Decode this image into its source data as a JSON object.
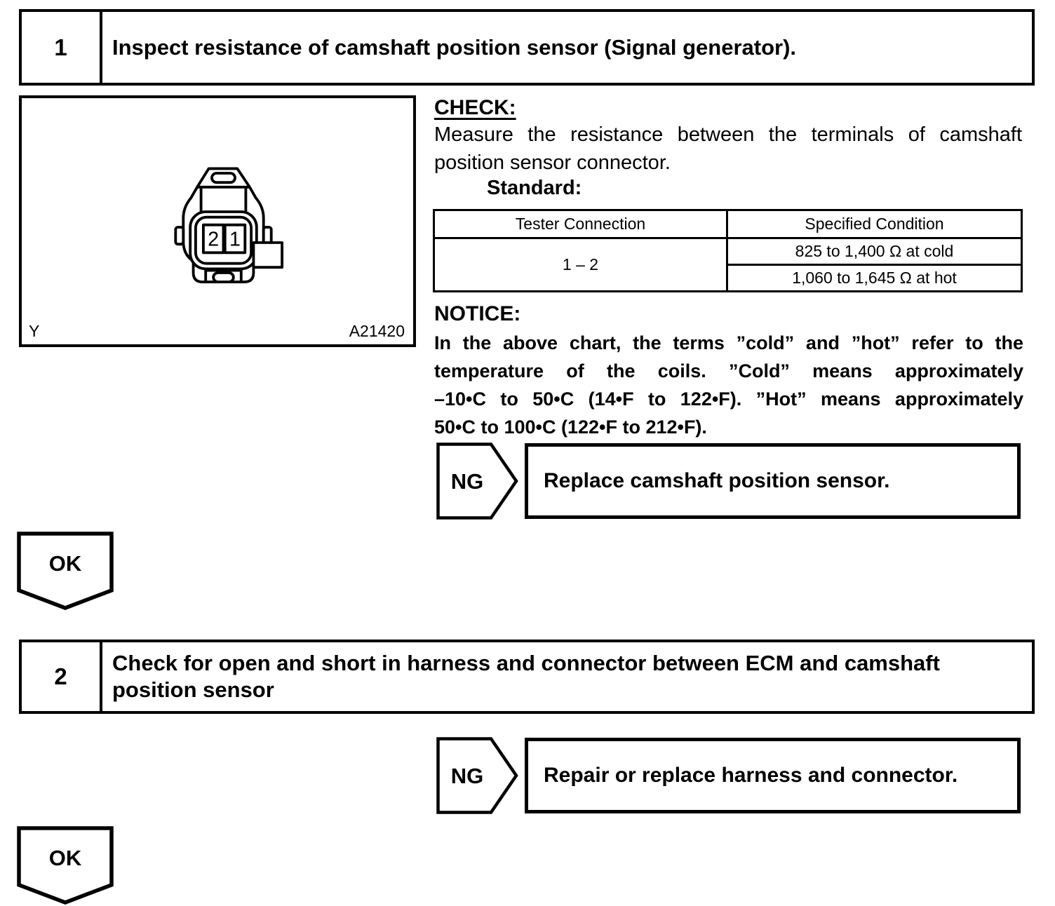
{
  "page": {
    "background": "#ffffff",
    "ink": "#000000"
  },
  "step1": {
    "number": "1",
    "title": "Inspect resistance of camshaft position sensor (Signal generator).",
    "figure": {
      "corner_label": "Y",
      "figure_code": "A21420",
      "pin_left": "2",
      "pin_right": "1"
    },
    "check": {
      "heading": "CHECK:",
      "lines": [
        "Measure the resistance between the terminals of camshaft",
        "position sensor connector."
      ],
      "standard_label": "Standard:"
    },
    "table": {
      "col_headers": [
        "Tester Connection",
        "Specified Condition"
      ],
      "tester_connection": "1 – 2",
      "specified_conditions": [
        "825 to 1,400 Ω at cold",
        "1,060 to 1,645 Ω at hot"
      ]
    },
    "notice": {
      "heading": "NOTICE:",
      "lines": [
        "In the above chart, the terms ”cold” and ”hot” refer to the",
        "temperature of the coils. ”Cold” means approximately",
        "–10•C to 50•C (14•F to 122•F). ”Hot” means approximately",
        "50•C to 100•C (122•F to 212•F)."
      ]
    },
    "ng_label": "NG",
    "ng_action": "Replace camshaft position sensor.",
    "ok_label": "OK"
  },
  "step2": {
    "number": "2",
    "title": "Check for open and short in harness and connector between ECM and camshaft position sensor",
    "ng_label": "NG",
    "ng_action": "Repair or replace harness and connector.",
    "ok_label": "OK"
  }
}
